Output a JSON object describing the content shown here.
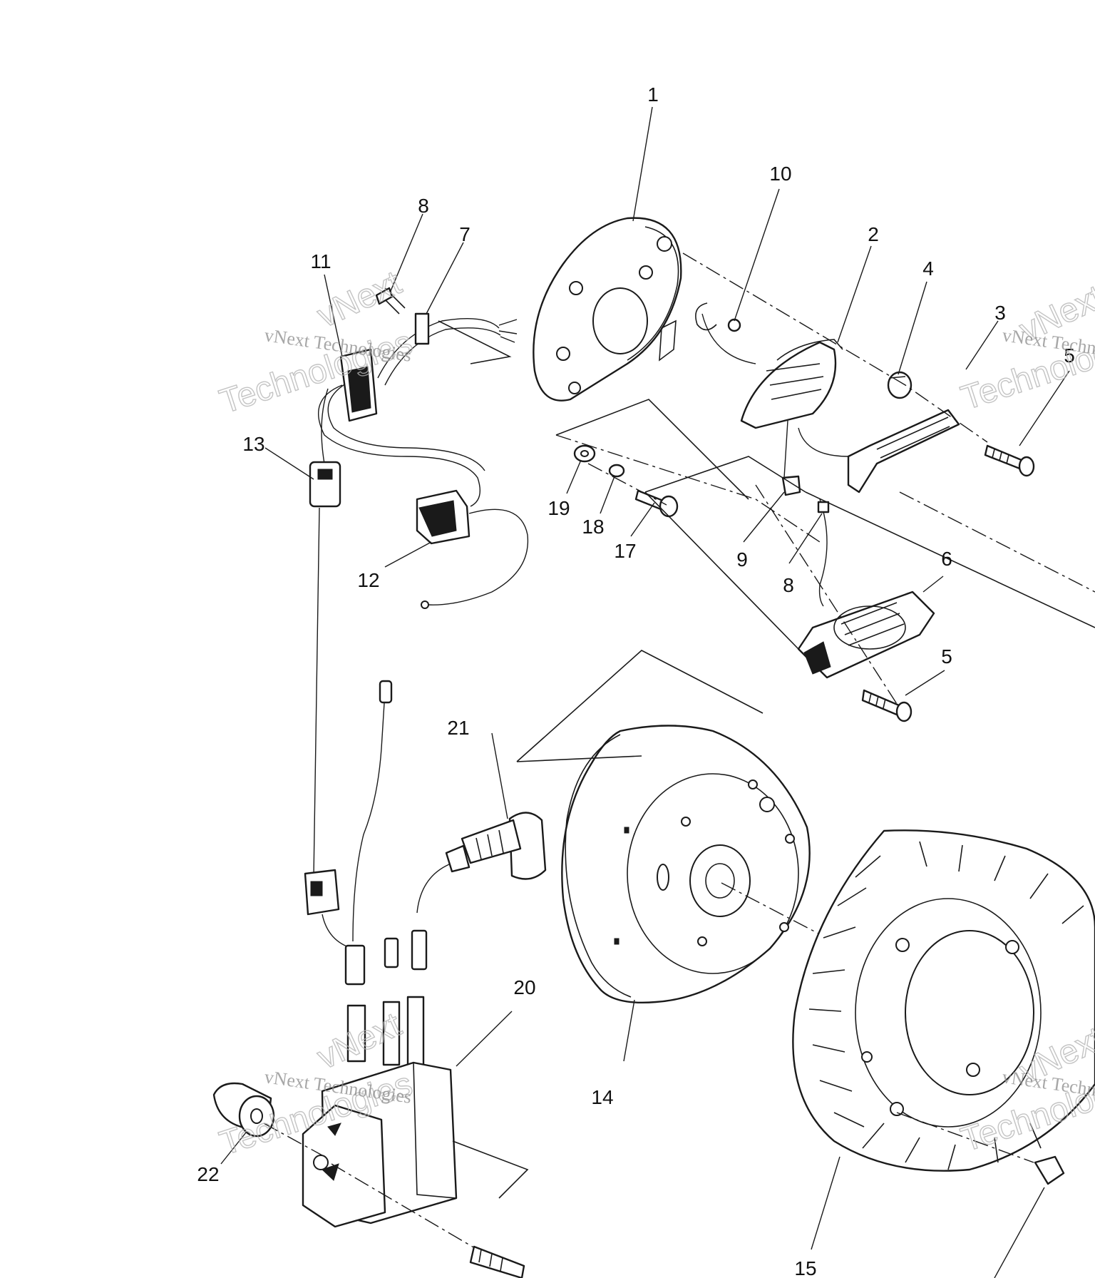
{
  "watermark": {
    "line": "vNext Technologies",
    "word1": "vNext",
    "word2": "Technologies"
  },
  "callouts": {
    "c1": "1",
    "c2": "2",
    "c3": "3",
    "c4": "4",
    "c5a": "5",
    "c5b": "5",
    "c6": "6",
    "c7": "7",
    "c8a": "8",
    "c8b": "8",
    "c9": "9",
    "c10": "10",
    "c11": "11",
    "c12": "12",
    "c13": "13",
    "c14": "14",
    "c15": "15",
    "c17": "17",
    "c18": "18",
    "c19": "19",
    "c20": "20",
    "c21": "21",
    "c22": "22"
  }
}
